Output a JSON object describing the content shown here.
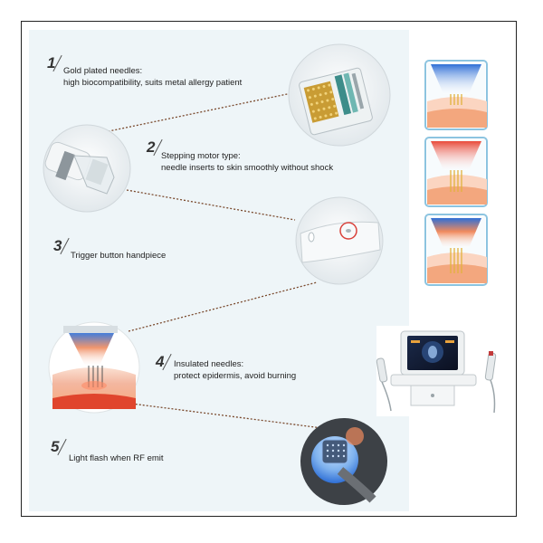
{
  "features": [
    {
      "num": "1",
      "title": "Gold plated needles:",
      "desc": "high biocompatibility, suits metal allergy patient"
    },
    {
      "num": "2",
      "title": "Stepping motor type:",
      "desc": "needle inserts to skin smoothly without shock"
    },
    {
      "num": "3",
      "title": "Trigger button handpiece",
      "desc": ""
    },
    {
      "num": "4",
      "title": "Insulated needles:",
      "desc": "protect epidermis, avoid burning"
    },
    {
      "num": "5",
      "title": "Light flash when RF emit",
      "desc": ""
    }
  ],
  "colors": {
    "panel": "#eef5f8",
    "dotted_line": "#7a4a2e",
    "skin": "#f3b7a0",
    "blue_light": "#2f6fd6",
    "red_light": "#e84a3a",
    "gold": "#e2b13c"
  }
}
